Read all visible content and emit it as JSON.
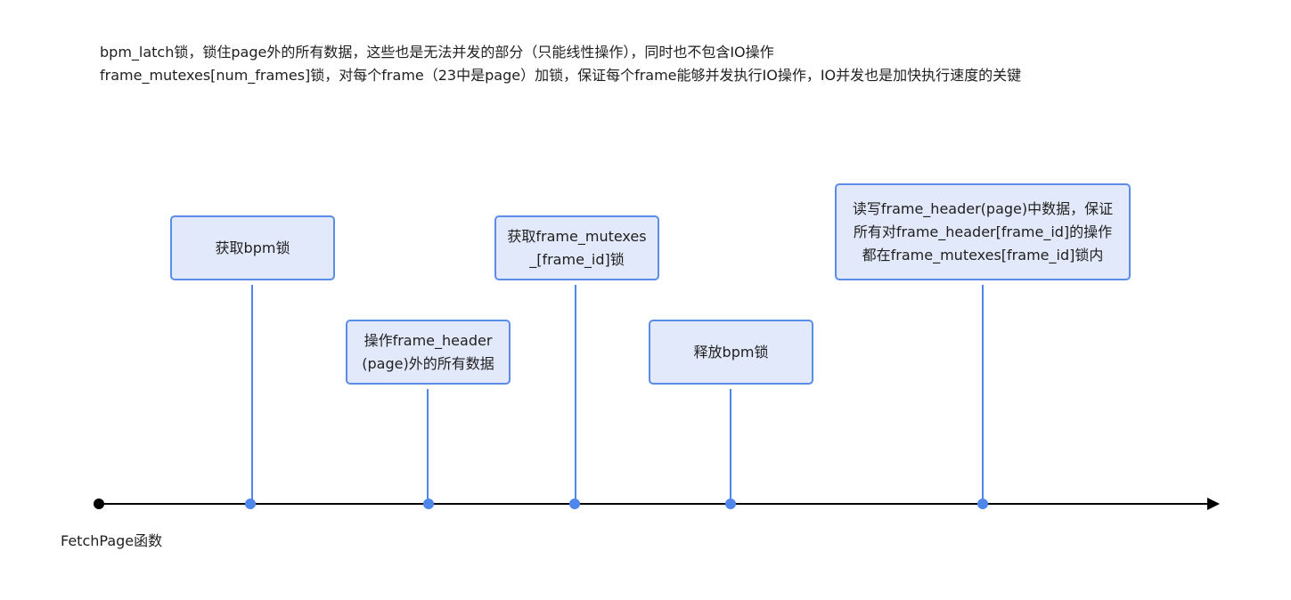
{
  "notes": [
    "bpm_latch锁，锁住page外的所有数据，这些也是无法并发的部分（只能线性操作），同时也不包含IO操作",
    "frame_mutexes[num_frames]锁，对每个frame（23中是page）加锁，保证每个frame能够并发执行IO操作，IO并发也是加快执行速度的关键"
  ],
  "timeline": {
    "label": "FetchPage函数",
    "colors": {
      "axis": "#000000",
      "marker": "#4f86ec",
      "box_fill": "#e2e9fa",
      "box_border": "#5a8ce8"
    },
    "steps": [
      {
        "lines": [
          "获取bpm锁"
        ]
      },
      {
        "lines": [
          "操作frame_header",
          "(page)外的所有数据"
        ]
      },
      {
        "lines": [
          "获取frame_mutexes",
          "_[frame_id]锁"
        ]
      },
      {
        "lines": [
          "释放bpm锁"
        ]
      },
      {
        "lines": [
          "读写frame_header(page)中数据，保证",
          "所有对frame_header[frame_id]的操作",
          "都在frame_mutexes[frame_id]锁内"
        ]
      }
    ]
  }
}
